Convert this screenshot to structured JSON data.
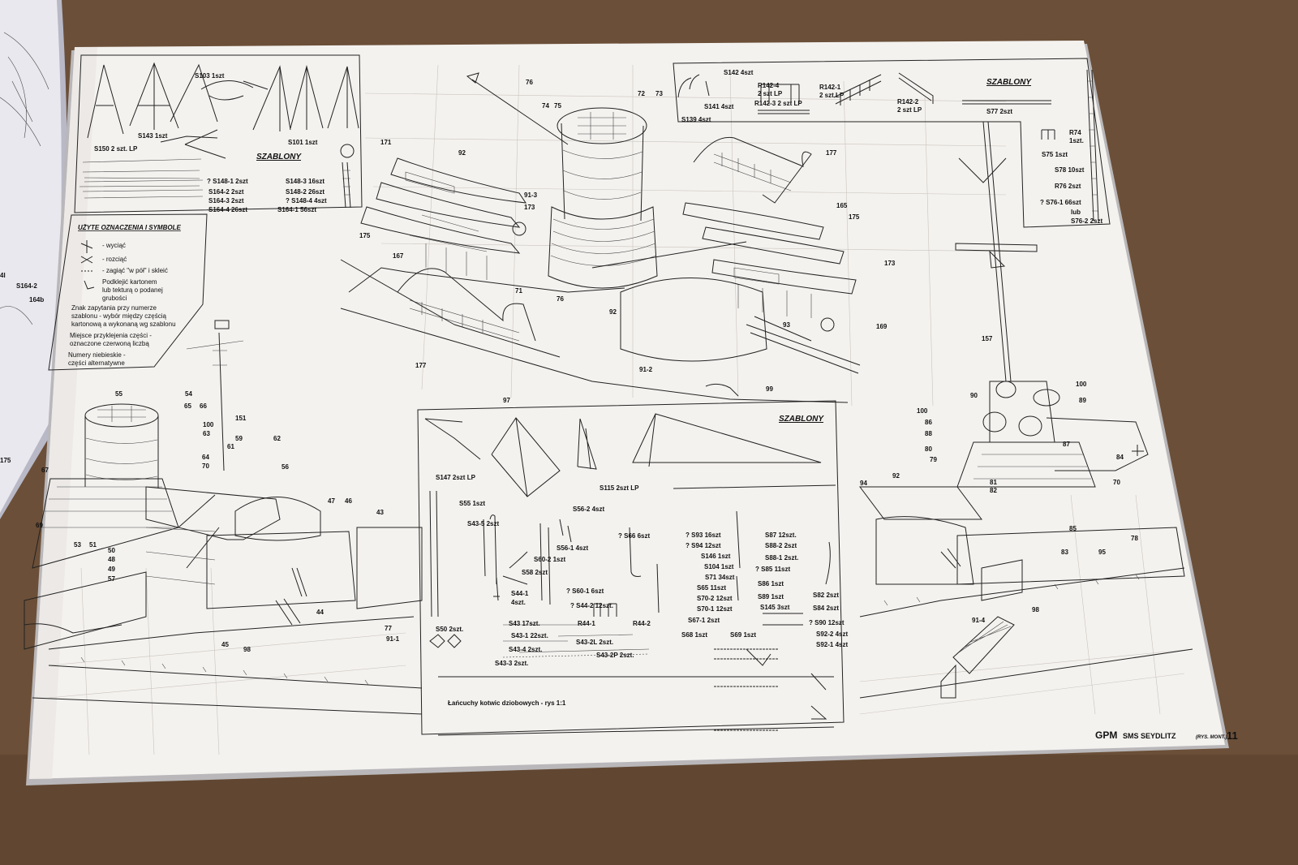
{
  "page_number": "11",
  "footer": {
    "brand": "GPM",
    "title": "SMS SEYDLITZ",
    "subtitle": "(RYS. MONT.)"
  },
  "boxes": {
    "top_left_label": "SZABLONY",
    "top_right_label": "SZABLONY",
    "center_label": "SZABLONY",
    "chain_caption": "Łańcuchy kotwic dziobowych - rys 1:1"
  },
  "legend": {
    "title": "UŻYTE OZNACZENIA I SYMBOLE",
    "items": [
      "- wyciąć",
      "- rozciąć",
      "- zagiąć \"w pół\" i skleić"
    ],
    "card_lines": [
      "Podklejić kartonem",
      "lub tekturą o podanej",
      "grubości"
    ],
    "notes": [
      "Znak zapytania przy numerze",
      "szablonu - wybór między częścią",
      "kartonową a wykonaną wg szablonu",
      "Miejsce przyklejenia części -",
      "oznaczone czerwoną liczbą",
      "Numery niebieskie -",
      "części alternatywne"
    ]
  },
  "top_left_parts": [
    "S103 1szt",
    "S143 1szt",
    "S150 2 szt. LP",
    "S101 1szt",
    "? S148-1 2szt",
    "S164-2 2szt",
    "S164-3 2szt",
    "S164-4 26szt",
    "S148-3 16szt",
    "S148-2 26szt",
    "? S148-4 4szt",
    "S164-1 56szt"
  ],
  "top_right_parts": [
    "S142 4szt",
    "S141 4szt",
    "S139 4szt",
    "R142-4",
    "2 szt LP",
    "R142-3 2 szt LP",
    "R142-1",
    "2 szt LP",
    "R142-2",
    "2 szt LP",
    "S77 2szt",
    "R74",
    "1szt.",
    "S75 1szt",
    "S78 10szt",
    "R76 2szt",
    "? S76-1 66szt",
    "lub",
    "S76-2 2szt"
  ],
  "center_parts": [
    "S147 2szt LP",
    "S115 2szt LP",
    "S55 1szt",
    "S43-5 2szt",
    "S56-2 4szt",
    "? S66 6szt",
    "S56-1 4szt",
    "S60-2 1szt",
    "S58 2szt",
    "S44-1",
    "4szt.",
    "? S60-1 6szt",
    "? S44-2 12szt.",
    "S43 17szt.",
    "R44-1",
    "R44-2",
    "S50 2szt.",
    "S43-1 22szt.",
    "S43-2L 2szt.",
    "S43-4 2szt.",
    "S43-2P 2szt.",
    "S43-3 2szt.",
    "? S93 16szt",
    "? S94 12szt",
    "S146 1szt",
    "S104 1szt",
    "S71 34szt",
    "S65 11szt",
    "S70-2 12szt",
    "S70-1 12szt",
    "S67-1 2szt",
    "S68 1szt",
    "S69 1szt",
    "S87 12szt.",
    "S88-2 2szt",
    "S88-1 2szt.",
    "? S85 11szt",
    "S86 1szt",
    "S89 1szt",
    "S145 3szt",
    "S82 2szt",
    "S84 2szt",
    "? S90 12szt",
    "S92-2 4szt",
    "S92-1 4szt"
  ],
  "callouts_center": [
    "76",
    "74",
    "75",
    "72",
    "73",
    "171",
    "92",
    "91-3",
    "173",
    "175",
    "167",
    "71",
    "76",
    "92",
    "177",
    "165",
    "175",
    "173",
    "169",
    "93",
    "91-2",
    "177",
    "97",
    "99"
  ],
  "callouts_left": [
    "55",
    "54",
    "65",
    "66",
    "100",
    "63",
    "67",
    "151",
    "59",
    "61",
    "62",
    "64",
    "70",
    "56",
    "47",
    "46",
    "43",
    "69",
    "53",
    "51",
    "50",
    "48",
    "49",
    "57",
    "44",
    "77",
    "91-1",
    "45",
    "98",
    "S164-2",
    "164b",
    "175"
  ],
  "callouts_right": [
    "157",
    "90",
    "100",
    "89",
    "100",
    "86",
    "88",
    "80",
    "79",
    "87",
    "84",
    "81",
    "82",
    "70",
    "94",
    "92",
    "85",
    "83",
    "95",
    "78",
    "98",
    "91-4"
  ]
}
